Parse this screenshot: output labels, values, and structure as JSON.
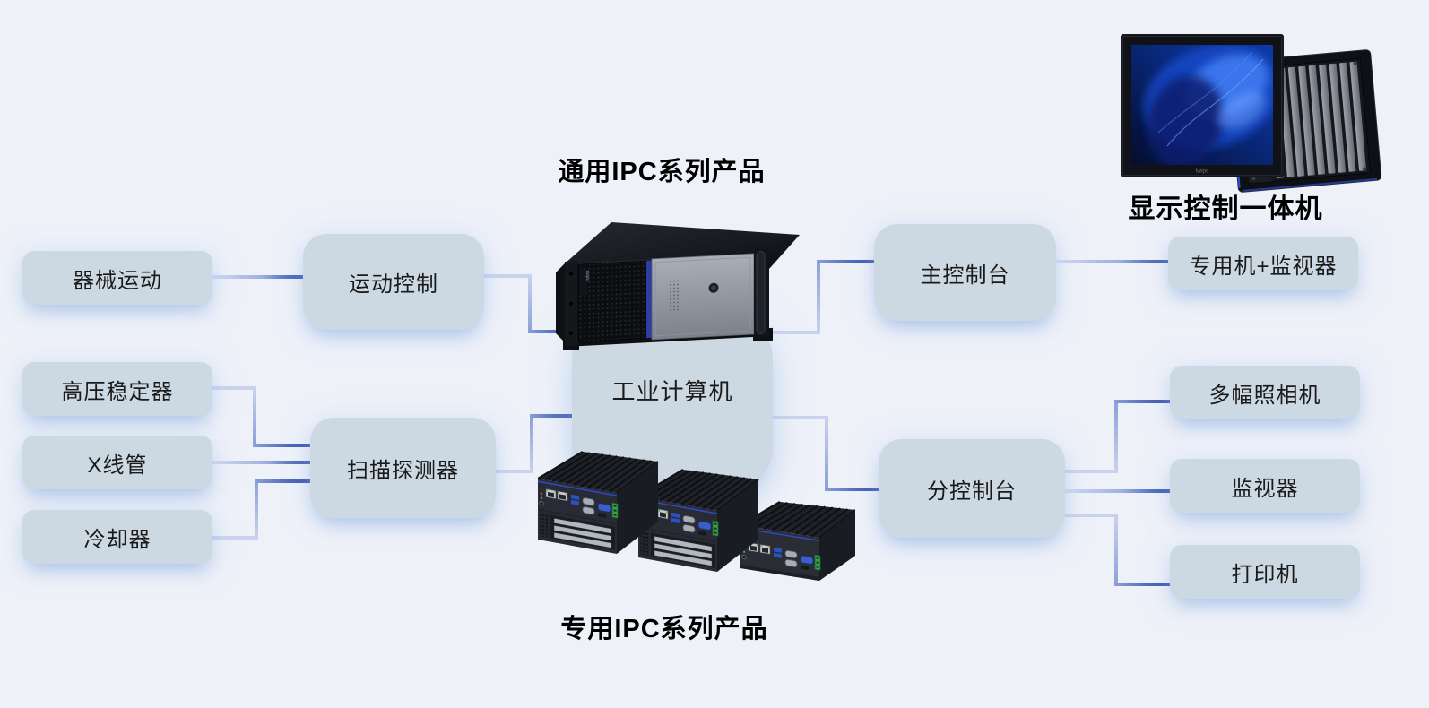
{
  "titles": {
    "general_ipc": "通用IPC系列产品",
    "display_control": "显示控制一体机",
    "special_ipc": "专用IPC系列产品"
  },
  "nodes": {
    "instrument_motion": {
      "label": "器械运动"
    },
    "motion_control": {
      "label": "运动控制"
    },
    "hv_stabilizer": {
      "label": "高压稳定器"
    },
    "xray_tube": {
      "label": "X线管"
    },
    "cooler": {
      "label": "冷却器"
    },
    "scan_detector": {
      "label": "扫描探测器"
    },
    "industrial_computer": {
      "label": "工业计算机"
    },
    "main_console": {
      "label": "主控制台"
    },
    "sub_console": {
      "label": "分控制台"
    },
    "dedicated_monitor": {
      "label": "专用机+监视器"
    },
    "multi_camera": {
      "label": "多幅照相机"
    },
    "monitor": {
      "label": "监视器"
    },
    "printer": {
      "label": "打印机"
    }
  },
  "edges": [
    {
      "from": "器械运动",
      "to": "运动控制"
    },
    {
      "from": "运动控制",
      "to": "工业计算机"
    },
    {
      "from": "高压稳定器",
      "to": "扫描探测器"
    },
    {
      "from": "X线管",
      "to": "扫描探测器"
    },
    {
      "from": "冷却器",
      "to": "扫描探测器"
    },
    {
      "from": "扫描探测器",
      "to": "工业计算机"
    },
    {
      "from": "工业计算机",
      "to": "主控制台"
    },
    {
      "from": "工业计算机",
      "to": "分控制台"
    },
    {
      "from": "主控制台",
      "to": "专用机+监视器"
    },
    {
      "from": "分控制台",
      "to": "多幅照相机"
    },
    {
      "from": "分控制台",
      "to": "监视器"
    },
    {
      "from": "分控制台",
      "to": "打印机"
    }
  ],
  "products": {
    "logo": "twipc",
    "rack_ipc": "rack-mount-industrial-computer",
    "box_ipcs": "fanless-box-ipc-group",
    "panel_pcs": "display-control-panel-pc-front-and-rear"
  },
  "colors": {
    "background": "#eef1f8",
    "node_fill": "#cdd9e2",
    "node_text": "#1a1a1a",
    "line_light": "#c9d3ee",
    "line_dark": "#2847ac",
    "title_text": "#000000",
    "product_accent_blue": "#2b3f9f"
  }
}
